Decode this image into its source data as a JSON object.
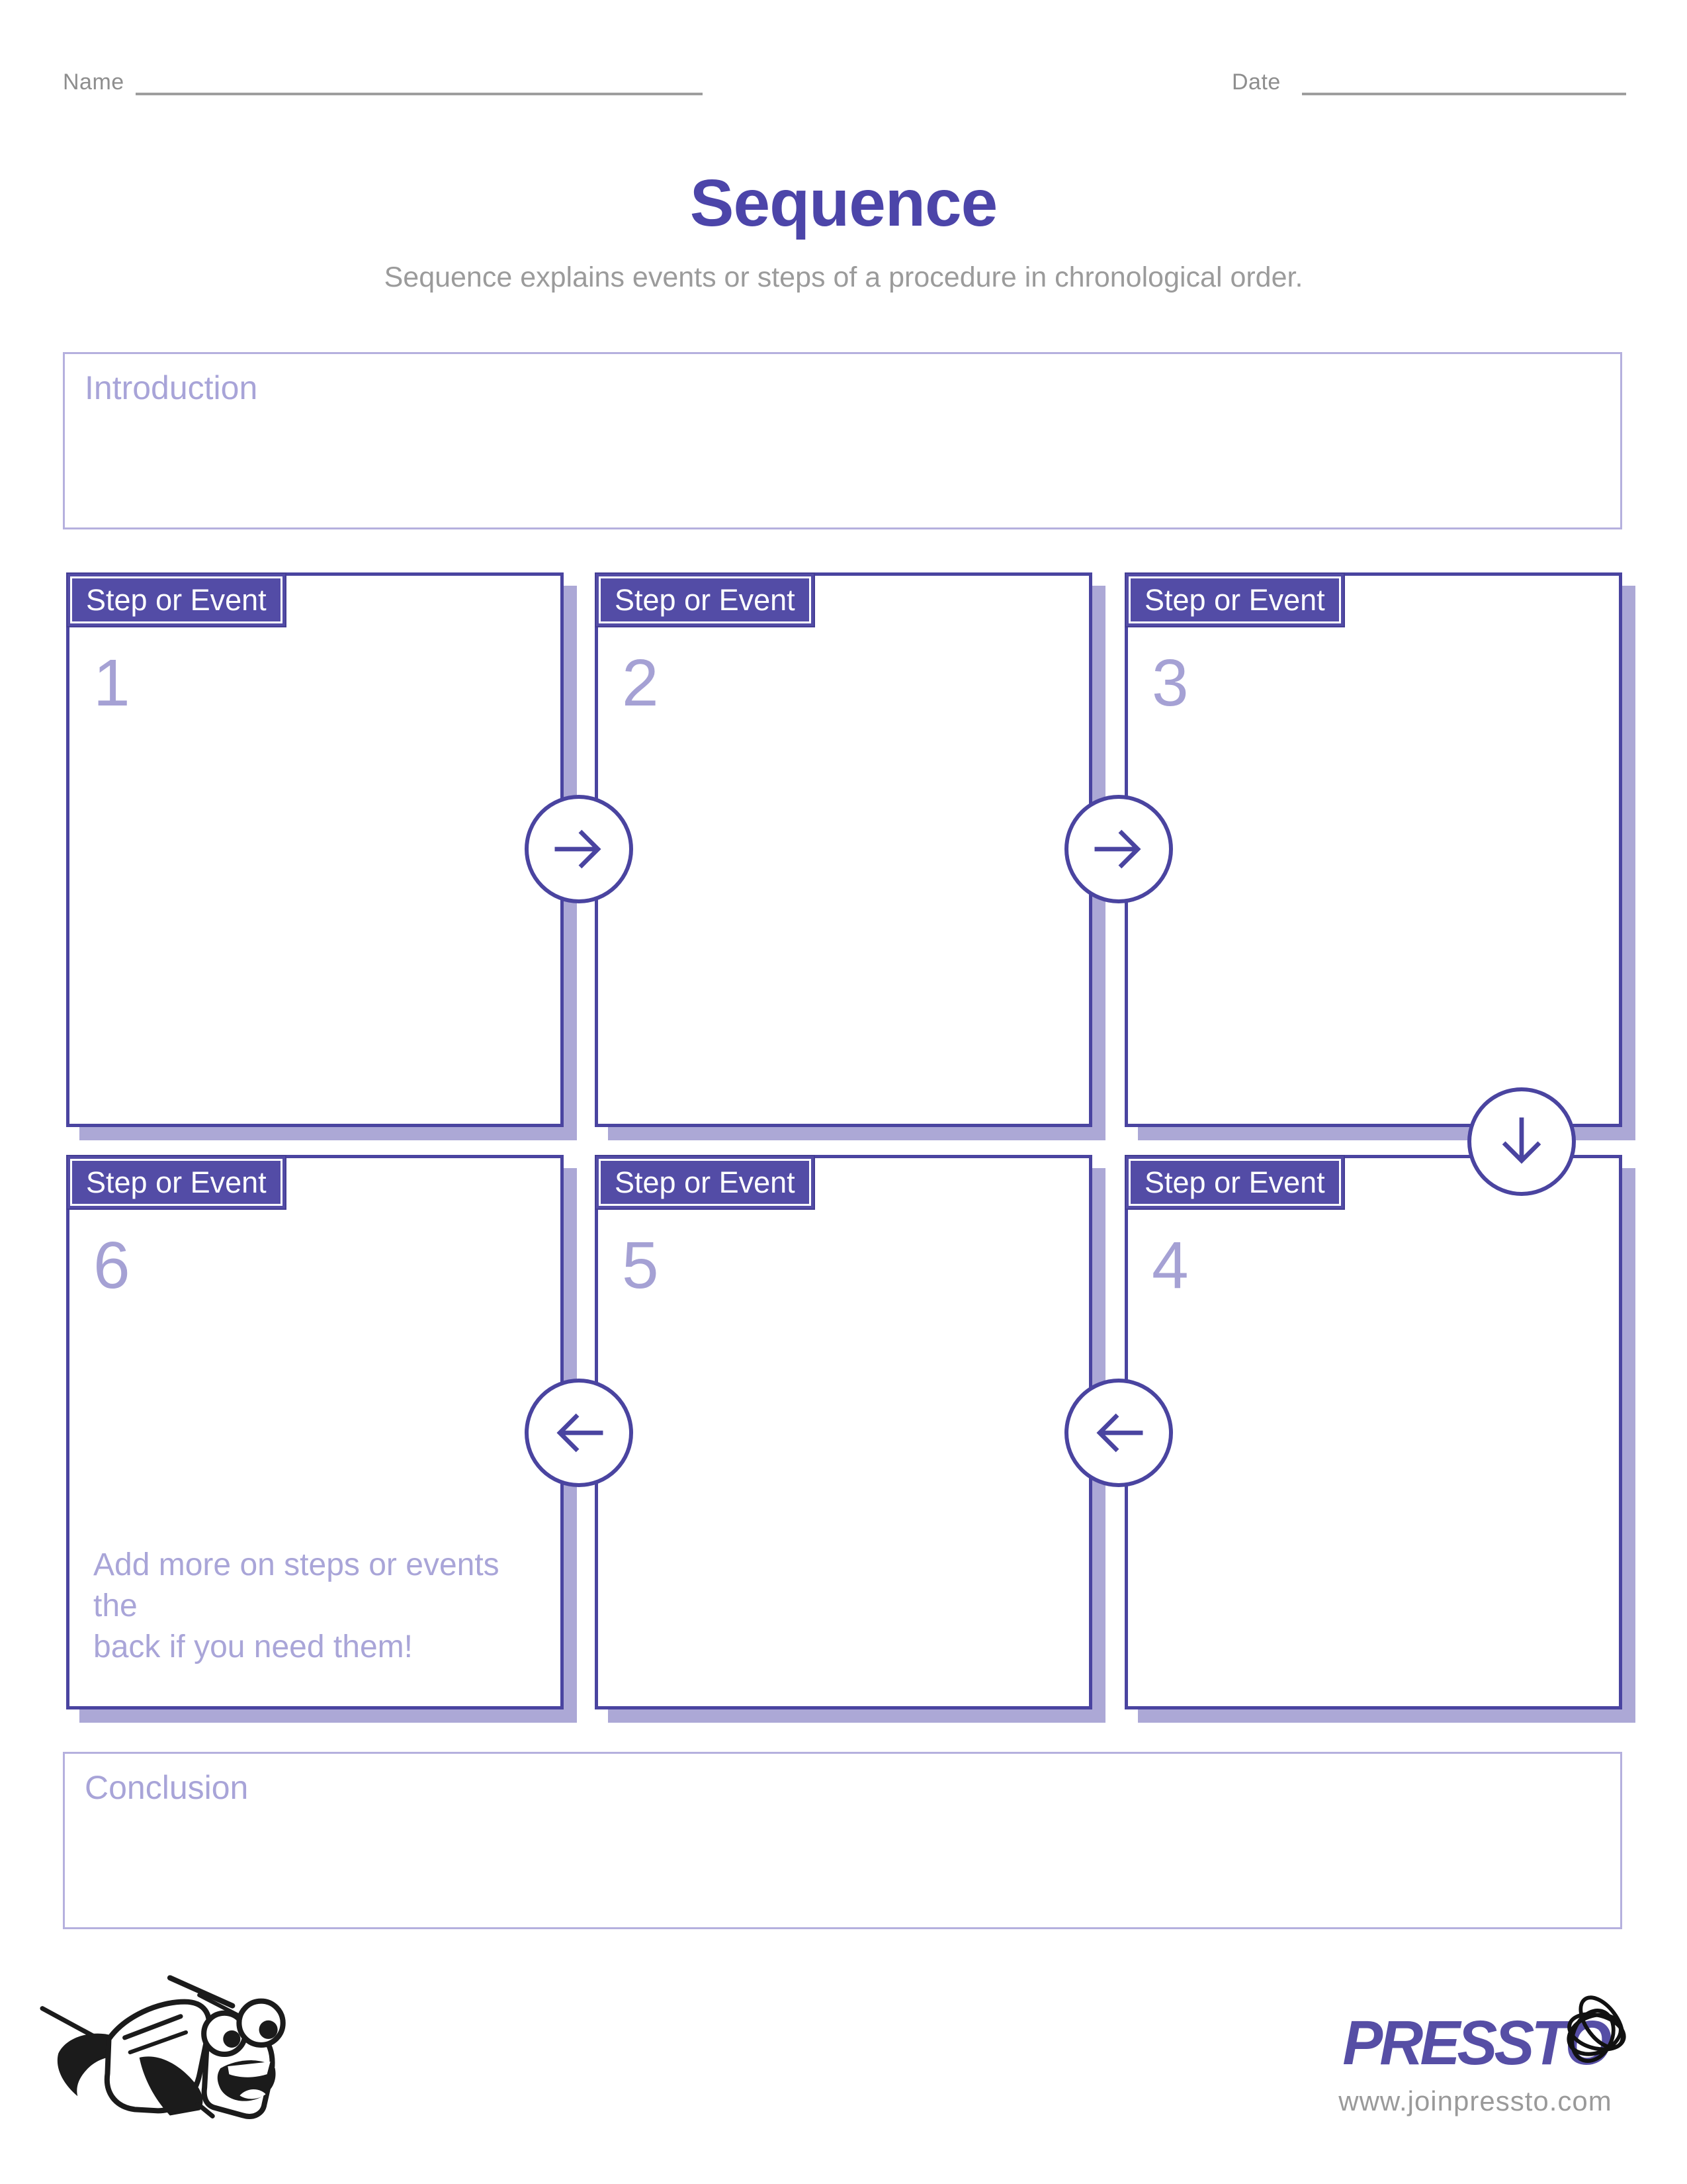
{
  "header": {
    "name_label": "Name",
    "date_label": "Date"
  },
  "title": {
    "text": "Sequence",
    "subtitle": "Sequence explains events or steps of a procedure in chronological order."
  },
  "intro": {
    "placeholder": "Introduction"
  },
  "conclusion": {
    "placeholder": "Conclusion"
  },
  "steps": {
    "badge_label": "Step or Event",
    "boxes": [
      {
        "number": "1"
      },
      {
        "number": "2"
      },
      {
        "number": "3"
      },
      {
        "number": "4"
      },
      {
        "number": "5"
      },
      {
        "number": "6"
      }
    ],
    "hint_line1": "Add more on steps or events the",
    "hint_line2": "back if you need them!"
  },
  "arrows": {
    "row1": [
      "arrow-right-icon",
      "arrow-right-icon"
    ],
    "corner": "arrow-down-icon",
    "row2": [
      "arrow-left-icon",
      "arrow-left-icon"
    ]
  },
  "footer": {
    "logo_pre": "PRESST",
    "logo_o": "O",
    "url": "www.joinpressto.com",
    "mascot": "flying-paper-mascot-icon"
  },
  "colors": {
    "accent_purple": "#4a44a0",
    "badge_purple": "#534ca6",
    "title_purple": "#4c45a9",
    "light_purple": "#a8a4d8",
    "panel_border": "#b5b0de",
    "shadow_purple": "#aca8d6",
    "logo_purple": "#564ea5",
    "text_gray": "#9b9b9b"
  }
}
